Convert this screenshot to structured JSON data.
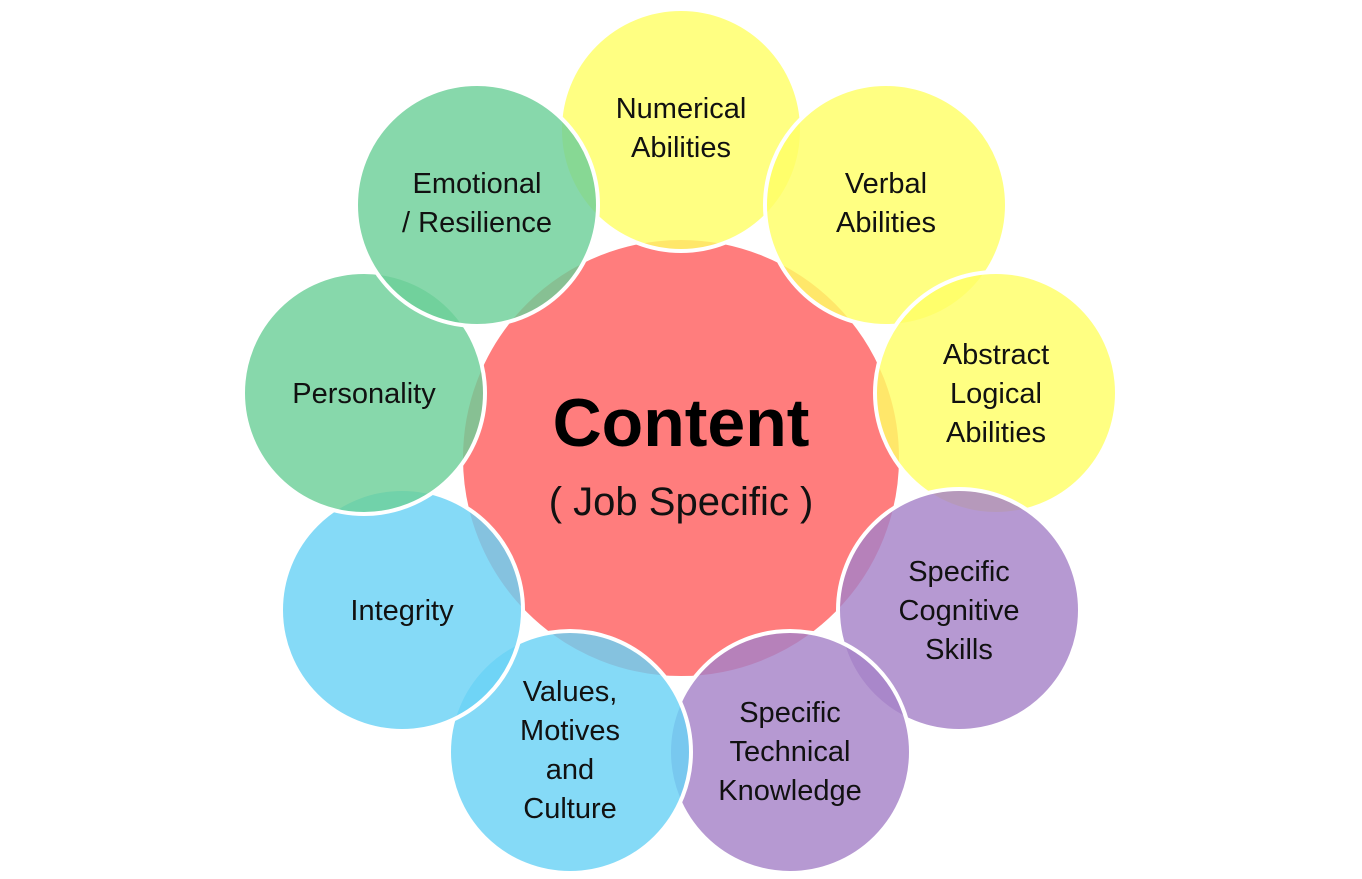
{
  "diagram": {
    "center": {
      "title": "Content",
      "subtitle": "( Job Specific )",
      "color": "#ff6666"
    },
    "nodes": [
      {
        "id": "numerical",
        "lines": [
          "Numerical",
          "Abilities"
        ],
        "color": "#ffff66"
      },
      {
        "id": "verbal",
        "lines": [
          "Verbal",
          "Abilities"
        ],
        "color": "#ffff66"
      },
      {
        "id": "abstract",
        "lines": [
          "Abstract",
          "Logical",
          "Abilities"
        ],
        "color": "#ffff66"
      },
      {
        "id": "cognitive",
        "lines": [
          "Specific",
          "Cognitive",
          "Skills"
        ],
        "color": "#a682c8"
      },
      {
        "id": "technical",
        "lines": [
          "Specific",
          "Technical",
          "Knowledge"
        ],
        "color": "#a682c8"
      },
      {
        "id": "values",
        "lines": [
          "Values,",
          "Motives",
          "and",
          "Culture"
        ],
        "color": "#6ad2f5"
      },
      {
        "id": "integrity",
        "lines": [
          "Integrity"
        ],
        "color": "#6ad2f5"
      },
      {
        "id": "personality",
        "lines": [
          "Personality"
        ],
        "color": "#6ccf98"
      },
      {
        "id": "emotional",
        "lines": [
          "Emotional",
          "/ Resilience"
        ],
        "color": "#6ccf98"
      }
    ]
  }
}
